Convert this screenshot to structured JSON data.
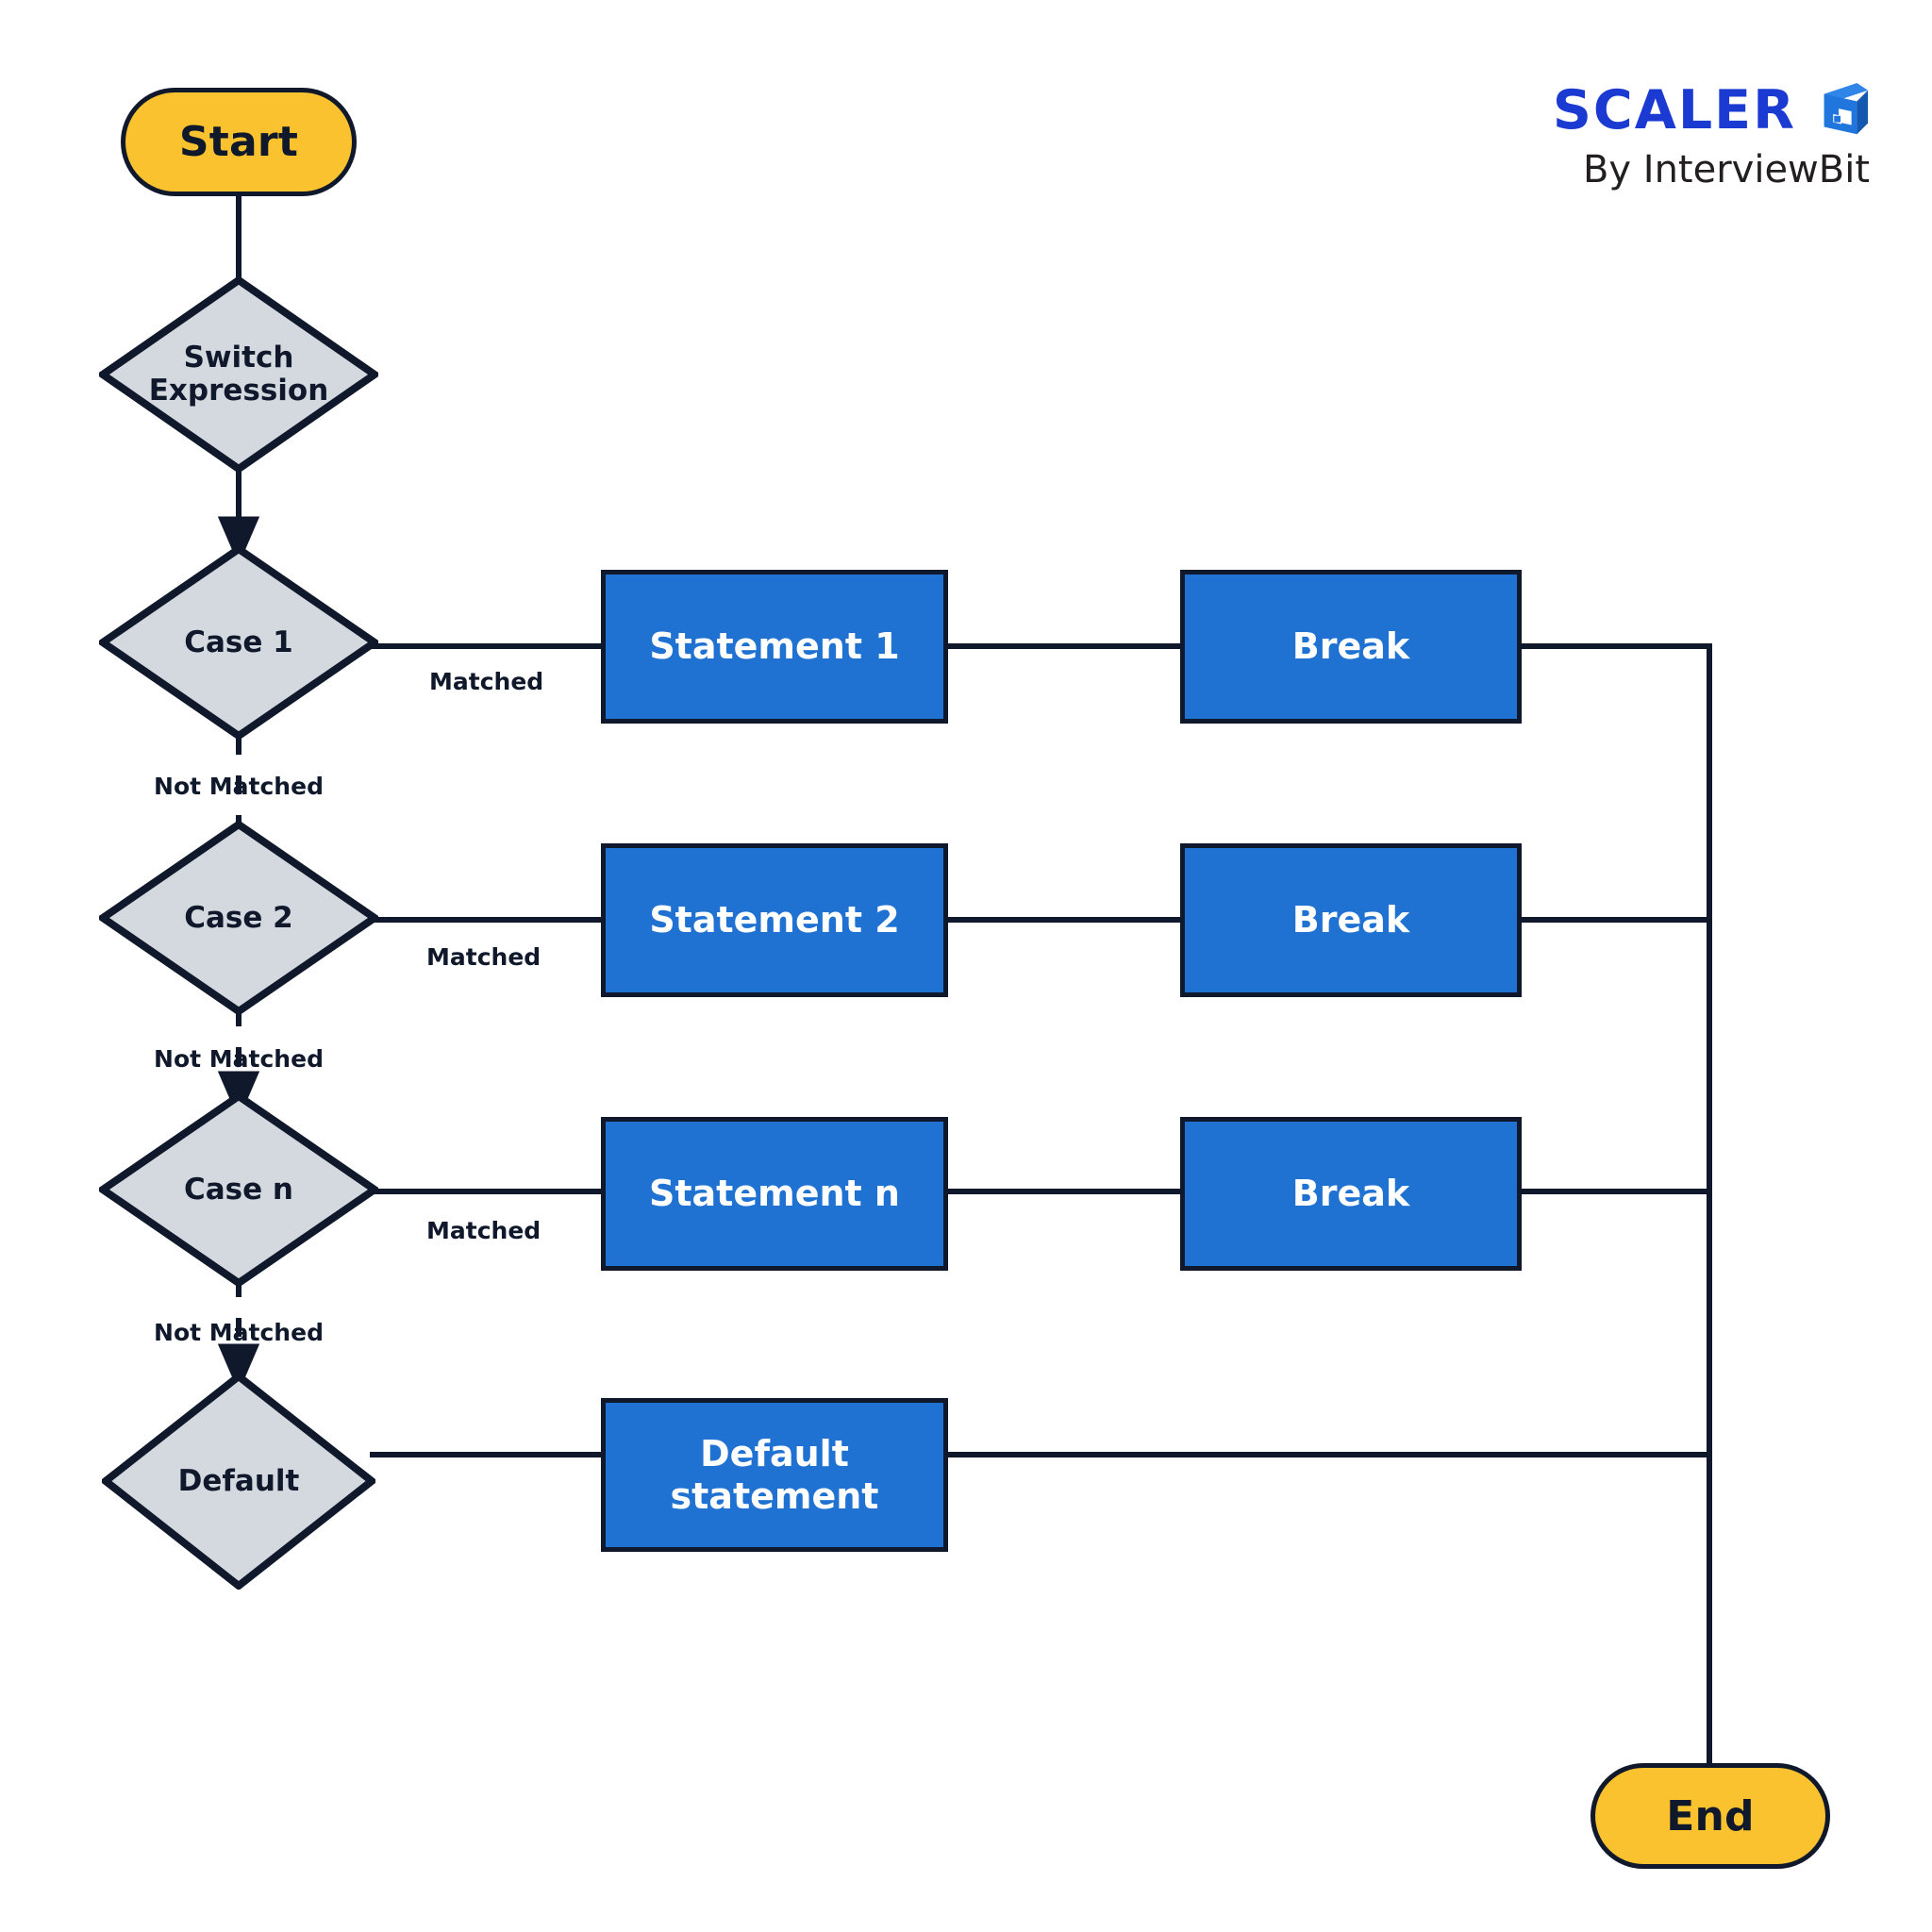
{
  "brand": {
    "name": "SCALER",
    "tagline": "By InterviewBit",
    "logo_icon": "scaler-cube-icon",
    "word_color": "#1a3ad1",
    "mark_color": "#2176dd",
    "mark_color_dark": "#1558b0"
  },
  "theme": {
    "background": "#ffffff",
    "stroke": "#10182b",
    "terminator_fill": "#f9c22e",
    "decision_fill": "#d3d9de",
    "process_fill": "#1f72d1",
    "process_text": "#ffffff",
    "label_text": "#10182b"
  },
  "diagram": {
    "title": "Switch statement flowchart",
    "nodes": {
      "start": {
        "label": "Start",
        "type": "terminator"
      },
      "switch_expression": {
        "label": "Switch\nExpression",
        "line1": "Switch",
        "line2": "Expression",
        "type": "decision"
      },
      "case_1": {
        "label": "Case 1",
        "type": "decision"
      },
      "case_2": {
        "label": "Case 2",
        "type": "decision"
      },
      "case_n": {
        "label": "Case n",
        "type": "decision"
      },
      "default": {
        "label": "Default",
        "type": "decision"
      },
      "statement_1": {
        "label": "Statement 1",
        "type": "process"
      },
      "statement_2": {
        "label": "Statement 2",
        "type": "process"
      },
      "statement_n": {
        "label": "Statement n",
        "type": "process"
      },
      "default_statement": {
        "line1": "Default",
        "line2": "statement",
        "label": "Default statement",
        "type": "process"
      },
      "break_1": {
        "label": "Break",
        "type": "process"
      },
      "break_2": {
        "label": "Break",
        "type": "process"
      },
      "break_n": {
        "label": "Break",
        "type": "process"
      },
      "end": {
        "label": "End",
        "type": "terminator"
      }
    },
    "edge_labels": {
      "matched_1": "Matched",
      "matched_2": "Matched",
      "matched_n": "Matched",
      "not_matched_1": "Not Matched",
      "not_matched_2": "Not Matched",
      "not_matched_n": "Not Matched"
    }
  }
}
